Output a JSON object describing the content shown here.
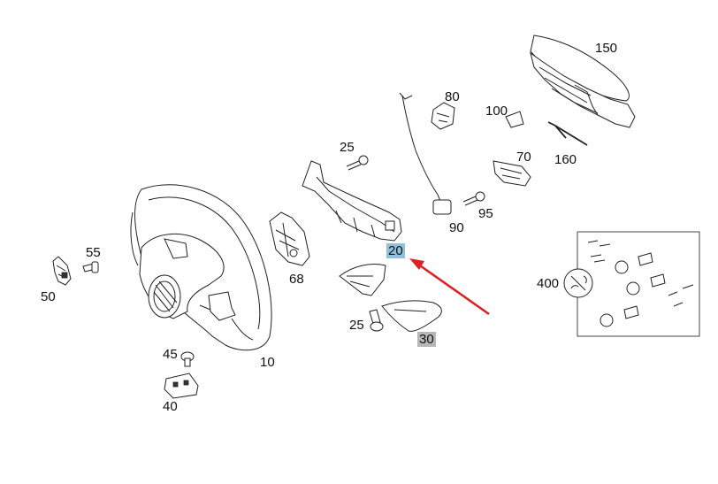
{
  "part_numbers": {
    "p10": "10",
    "p20": "20",
    "p25a": "25",
    "p25b": "25",
    "p30": "30",
    "p40": "40",
    "p45": "45",
    "p50": "50",
    "p55": "55",
    "p68": "68",
    "p70": "70",
    "p80": "80",
    "p90": "90",
    "p95": "95",
    "p100": "100",
    "p150": "150",
    "p160": "160",
    "p400": "400"
  },
  "colors": {
    "highlight_selected": "#8ec1dd",
    "highlight_secondary": "#b7b7b7",
    "pointer_arrow": "#e02020"
  }
}
